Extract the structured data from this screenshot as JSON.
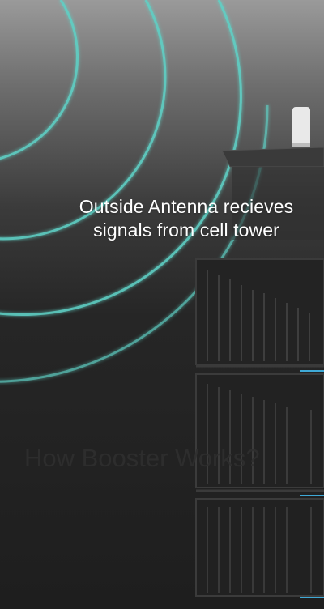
{
  "caption": {
    "line1": "Outside Antenna recieves",
    "line2": "signals from cell tower"
  },
  "watermark": {
    "text": "How Booster Works?"
  },
  "colors": {
    "wave": "#5fd1c6",
    "accent": "#3fa9d6"
  }
}
